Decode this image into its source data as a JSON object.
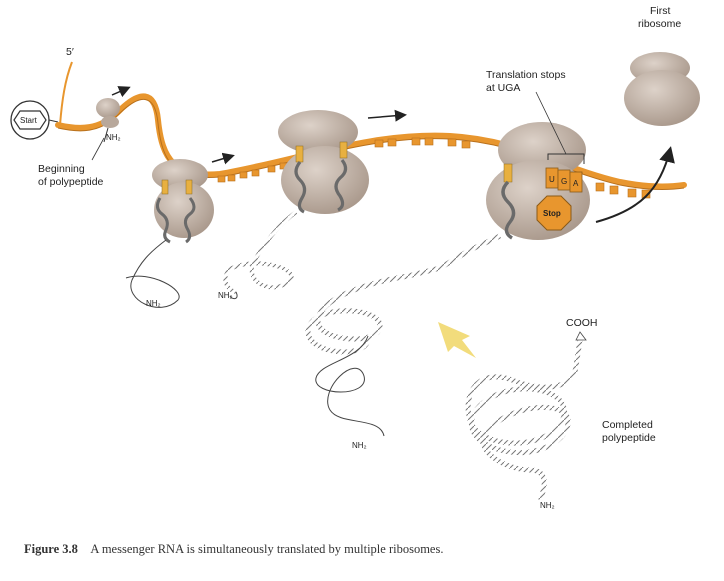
{
  "labels": {
    "five_prime": "5′",
    "start": "Start",
    "nh2_first": "NH₂",
    "beginning_line1": "Beginning",
    "beginning_line2": "of polypeptide",
    "nh2_r2": "NH₂",
    "nh2_r3": "NH₂",
    "nh2_r4": "NH₂",
    "first_ribosome_line1": "First",
    "first_ribosome_line2": "ribosome",
    "translation_stops_line1": "Translation stops",
    "translation_stops_line2": "at UGA",
    "codon_u": "U",
    "codon_g": "G",
    "codon_a": "A",
    "stop": "Stop",
    "cooh": "COOH",
    "nh2_completed": "NH₂",
    "completed_line1": "Completed",
    "completed_line2": "polypeptide"
  },
  "caption": {
    "figure": "Figure 3.8",
    "text": "A messenger RNA is simultaneously translated by multiple ribosomes."
  },
  "colors": {
    "mrna": "#e8962e",
    "mrna_dark": "#b8701c",
    "ribosome": "#cdbfb4",
    "ribosome_shade": "#a8978a",
    "trna": "#8a8a8a",
    "stop_sign": "#e8962e",
    "highlight_arrow": "#f2dc7c"
  }
}
